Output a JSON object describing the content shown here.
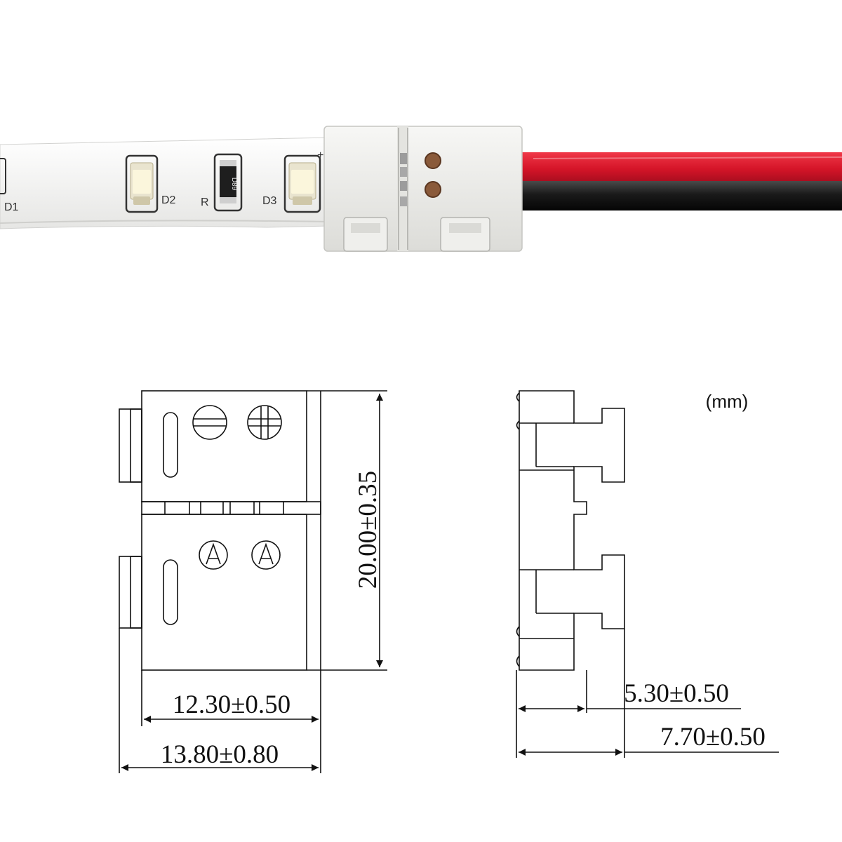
{
  "photo": {
    "strip_labels": {
      "d1": "D1",
      "d2": "D2",
      "r": "R",
      "d3": "D3",
      "plus": "+"
    },
    "resistor_code": "D89"
  },
  "drawing": {
    "unit_label": "(mm)",
    "dimensions": {
      "height": "20.00±0.35",
      "inner_width": "12.30±0.50",
      "outer_width": "13.80±0.80",
      "side_inner": "5.30±0.50",
      "side_outer": "7.70±0.50"
    }
  },
  "colors": {
    "strip": "#f4f4f2",
    "connector": "#f1f1ee",
    "wire_red": "#d41428",
    "wire_black": "#151515",
    "contact": "#8a5a3a",
    "line": "#111111"
  }
}
